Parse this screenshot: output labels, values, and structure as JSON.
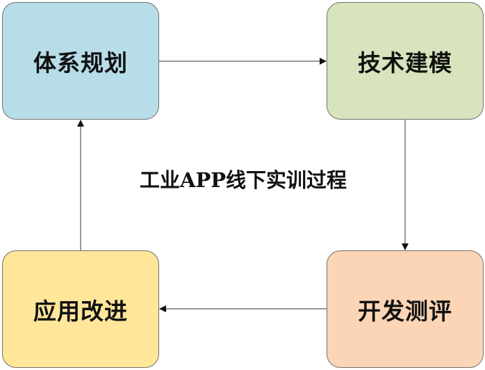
{
  "diagram": {
    "title": "工业APP线下实训过程",
    "nodes": [
      {
        "id": "plan",
        "label": "体系规划",
        "color": "#b7dde8"
      },
      {
        "id": "model",
        "label": "技术建模",
        "color": "#d7e4bd"
      },
      {
        "id": "test",
        "label": "开发测评",
        "color": "#fbd5b5"
      },
      {
        "id": "apply",
        "label": "应用改进",
        "color": "#ffe699"
      }
    ],
    "edges": [
      {
        "from": "plan",
        "to": "model"
      },
      {
        "from": "model",
        "to": "test"
      },
      {
        "from": "test",
        "to": "apply"
      },
      {
        "from": "apply",
        "to": "plan"
      }
    ]
  }
}
